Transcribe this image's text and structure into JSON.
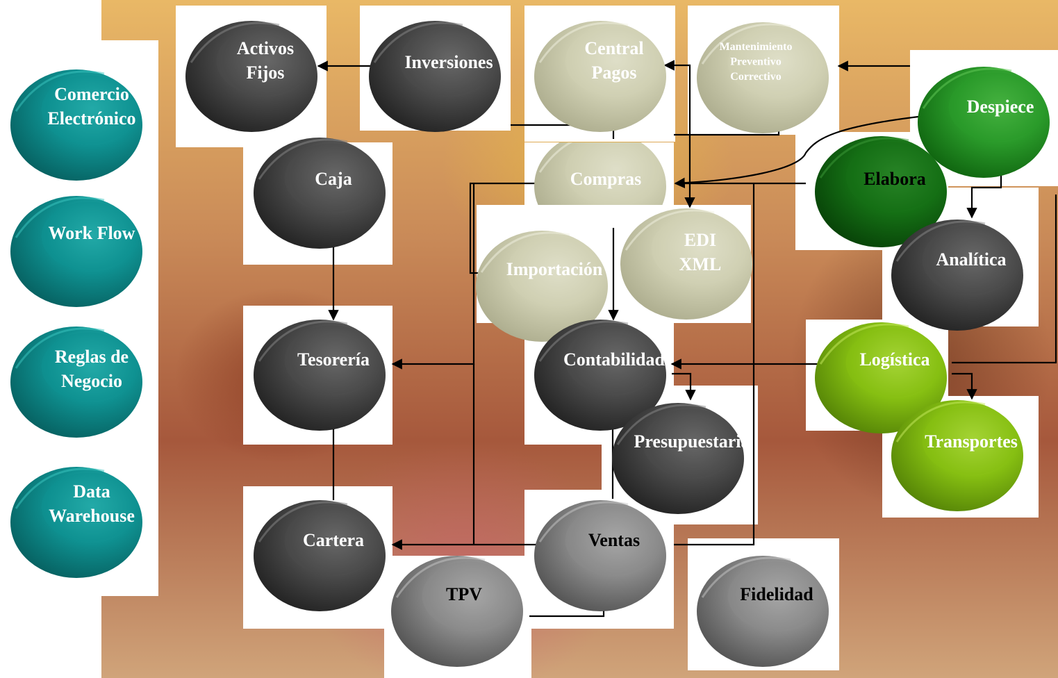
{
  "nodes": [
    {
      "id": "activos",
      "lines": [
        "Activos",
        "Fijos"
      ],
      "style": "dark"
    },
    {
      "id": "inversiones",
      "lines": [
        "Inversiones"
      ],
      "style": "dark"
    },
    {
      "id": "central",
      "lines": [
        "Central",
        "Pagos"
      ],
      "style": "beige"
    },
    {
      "id": "mantenimiento",
      "lines": [
        "Mantenimiento",
        "Preventivo",
        "Correctivo"
      ],
      "style": "beige"
    },
    {
      "id": "despiece",
      "lines": [
        "Despiece"
      ],
      "style": "green"
    },
    {
      "id": "comercio",
      "lines": [
        "Comercio",
        "Electrónico"
      ],
      "style": "teal"
    },
    {
      "id": "caja",
      "lines": [
        "Caja"
      ],
      "style": "dark"
    },
    {
      "id": "compras",
      "lines": [
        "Compras"
      ],
      "style": "beige"
    },
    {
      "id": "elabora",
      "lines": [
        "Elabora"
      ],
      "style": "darkgreen"
    },
    {
      "id": "workflow",
      "lines": [
        "Work Flow"
      ],
      "style": "teal"
    },
    {
      "id": "importacion",
      "lines": [
        "Importación"
      ],
      "style": "beige"
    },
    {
      "id": "edi",
      "lines": [
        "EDI",
        "XML"
      ],
      "style": "beige"
    },
    {
      "id": "analitica",
      "lines": [
        "Analítica"
      ],
      "style": "dark"
    },
    {
      "id": "reglas",
      "lines": [
        "Reglas de",
        "Negocio"
      ],
      "style": "teal"
    },
    {
      "id": "tesoreria",
      "lines": [
        "Tesorería"
      ],
      "style": "dark"
    },
    {
      "id": "contabilidad",
      "lines": [
        "Contabilidad"
      ],
      "style": "dark"
    },
    {
      "id": "logistica",
      "lines": [
        "Logística"
      ],
      "style": "lime"
    },
    {
      "id": "presupuestaria",
      "lines": [
        "Presupuestaria"
      ],
      "style": "dark"
    },
    {
      "id": "transportes",
      "lines": [
        "Transportes"
      ],
      "style": "lime"
    },
    {
      "id": "datawarehouse",
      "lines": [
        "Data",
        "Warehouse"
      ],
      "style": "teal"
    },
    {
      "id": "cartera",
      "lines": [
        "Cartera"
      ],
      "style": "dark"
    },
    {
      "id": "ventas",
      "lines": [
        "Ventas"
      ],
      "style": "grey"
    },
    {
      "id": "tpv",
      "lines": [
        "TPV"
      ],
      "style": "grey"
    },
    {
      "id": "fidelidad",
      "lines": [
        "Fidelidad"
      ],
      "style": "grey"
    }
  ],
  "colors": {
    "dark": {
      "base": "#1e1e1e",
      "mid": "#4a4a4a",
      "hi": "#8a8a8a",
      "text": "#ffffff"
    },
    "beige": {
      "base": "#a9a98a",
      "mid": "#cfcfb2",
      "hi": "#f1f1e2",
      "text": "#ffffff"
    },
    "green": {
      "base": "#0c5e0c",
      "mid": "#2a9a2a",
      "hi": "#66cc5a",
      "text": "#ffffff"
    },
    "darkgreen": {
      "base": "#063d06",
      "mid": "#157015",
      "hi": "#3e9c3a",
      "text": "#000000"
    },
    "lime": {
      "base": "#4f7d05",
      "mid": "#86bf12",
      "hi": "#c8ec60",
      "text": "#ffffff"
    },
    "teal": {
      "base": "#055b5b",
      "mid": "#0f9191",
      "hi": "#3cc7c2",
      "text": "#ffffff"
    },
    "grey": {
      "base": "#4d4d4d",
      "mid": "#8a8a8a",
      "hi": "#c7c7c7",
      "text": "#000000"
    }
  }
}
